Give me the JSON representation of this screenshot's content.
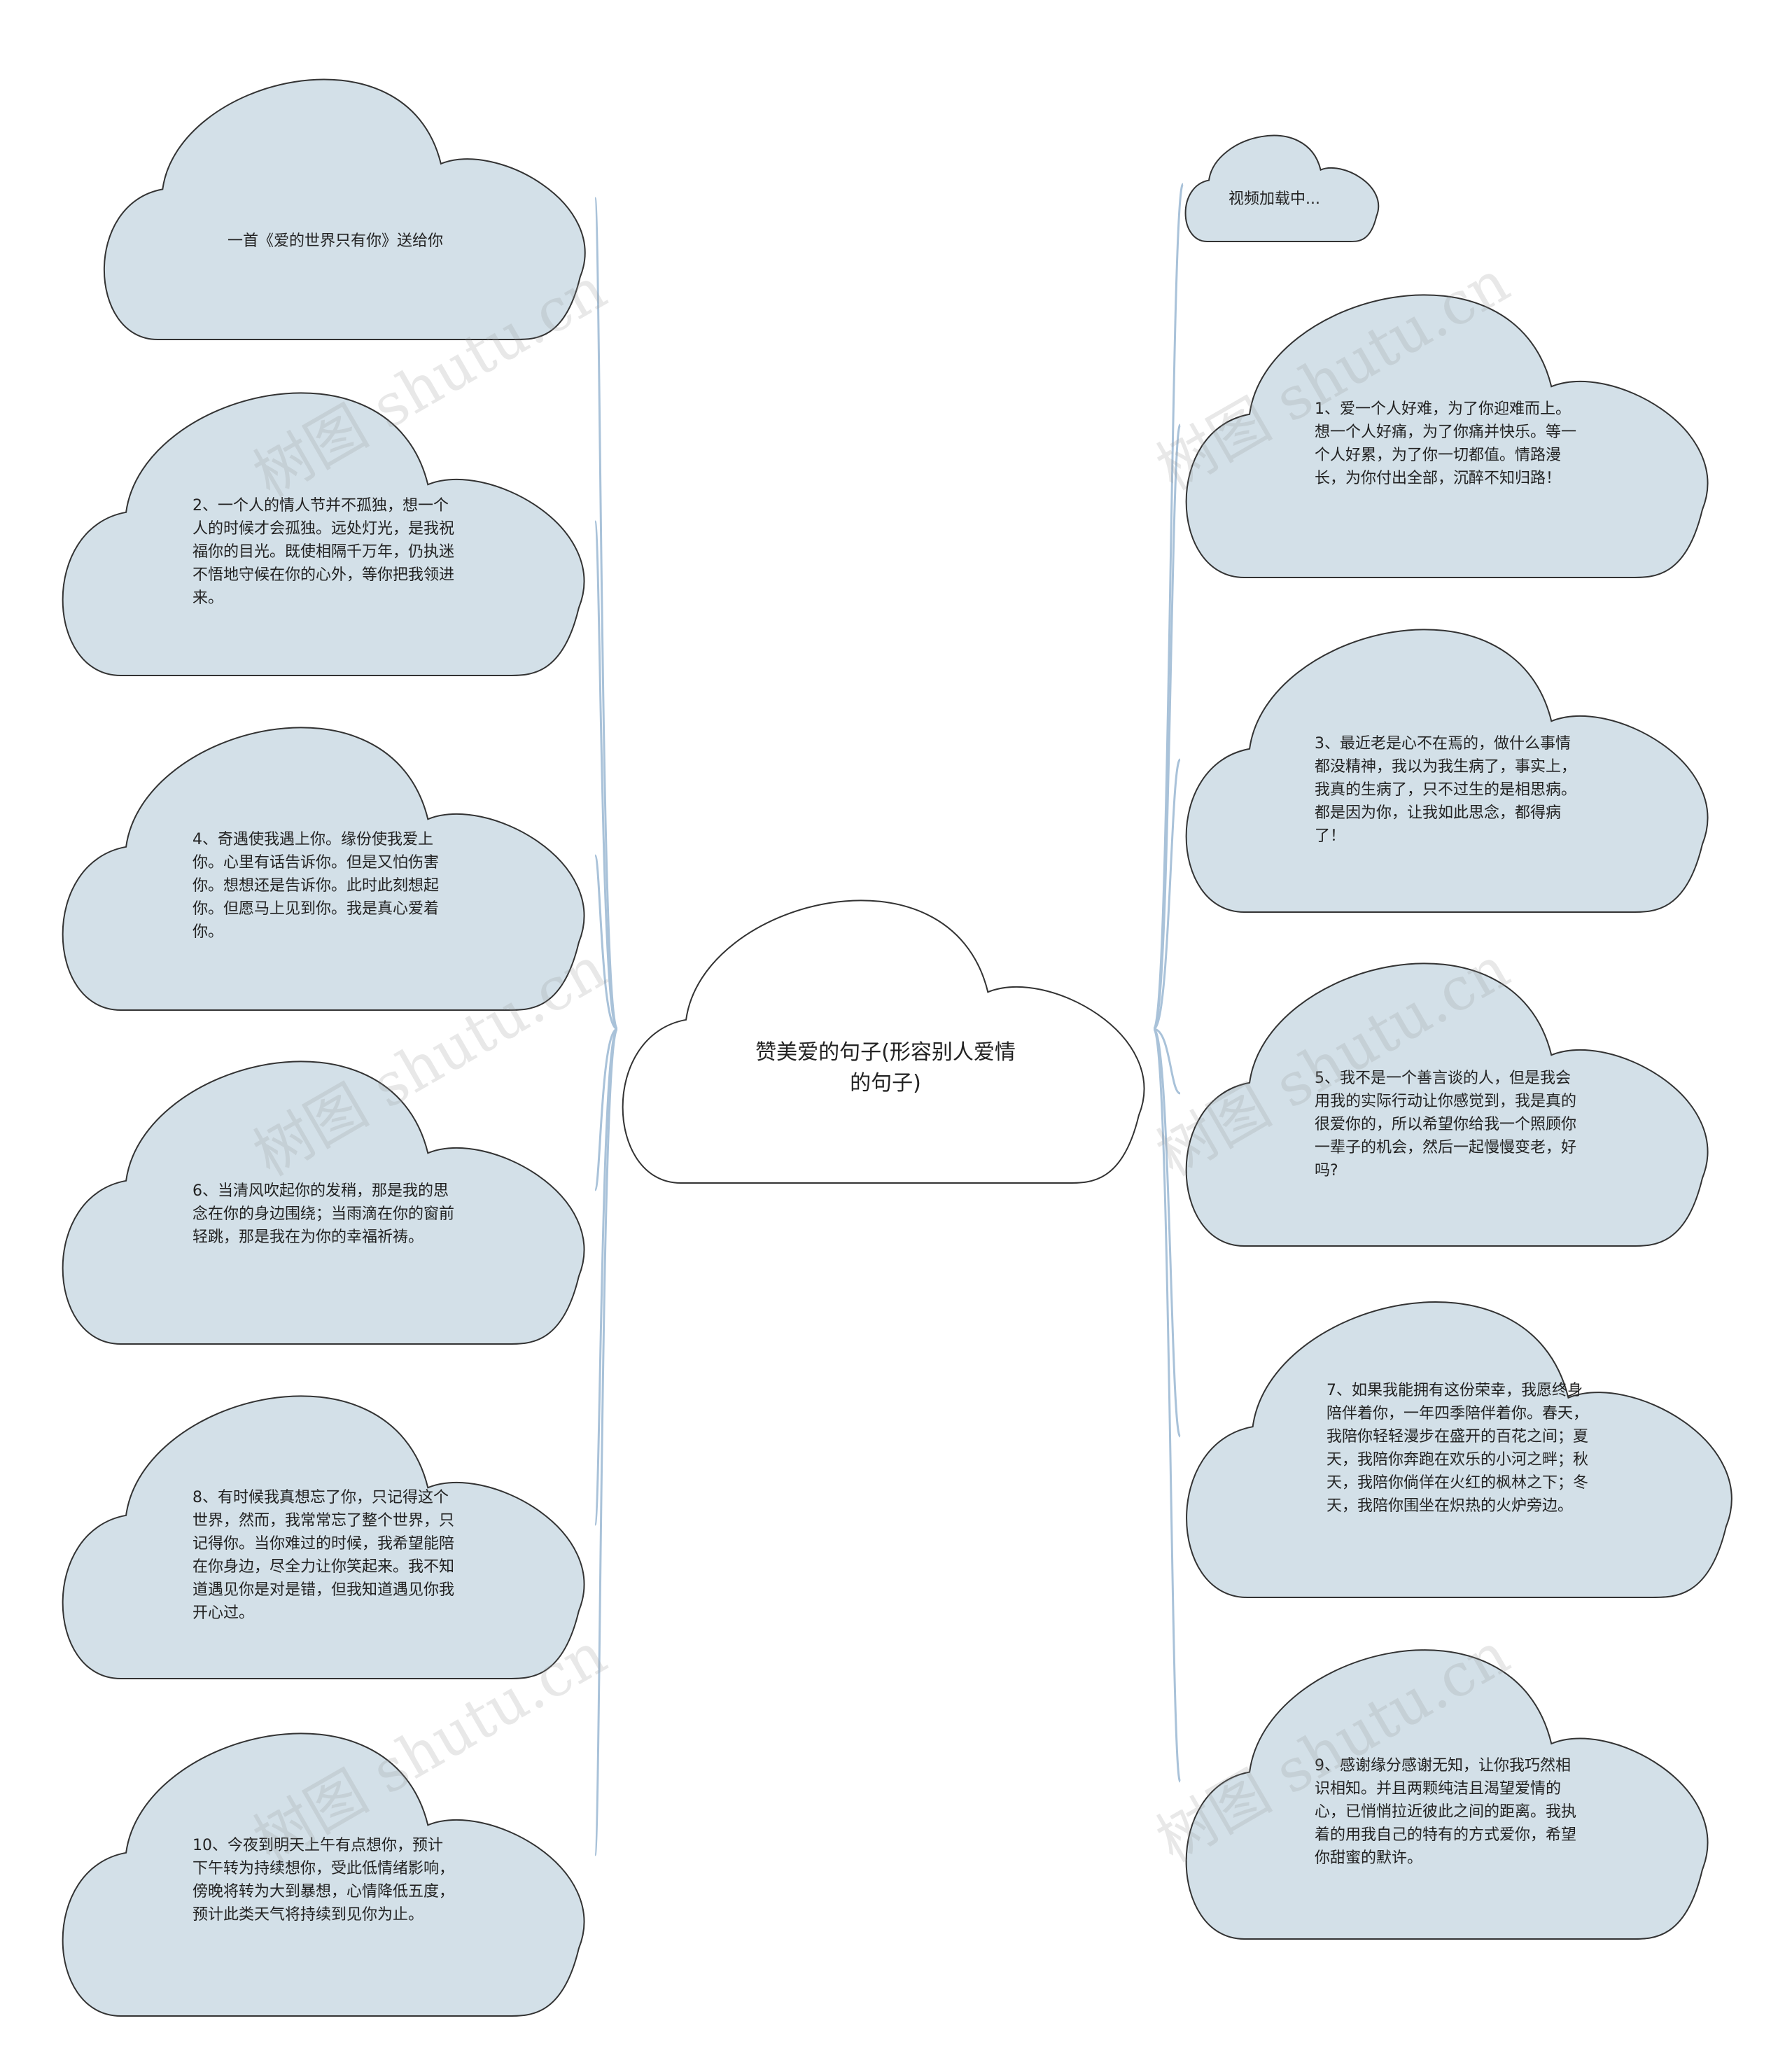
{
  "center": {
    "label": "赞美爱的句子(形容别人爱情的句子)"
  },
  "left_nodes": [
    {
      "text": "一首《爱的世界只有你》送给你"
    },
    {
      "text": "2、一个人的情人节并不孤独，想一个人的时候才会孤独。远处灯光，是我祝福你的目光。既使相隔千万年，仍执迷不悟地守候在你的心外，等你把我领进来。"
    },
    {
      "text": "4、奇遇使我遇上你。缘份使我爱上你。心里有话告诉你。但是又怕伤害你。想想还是告诉你。此时此刻想起你。但愿马上见到你。我是真心爱着你。"
    },
    {
      "text": "6、当清风吹起你的发稍，那是我的思念在你的身边围绕；当雨滴在你的窗前轻跳，那是我在为你的幸福祈祷。"
    },
    {
      "text": "8、有时候我真想忘了你，只记得这个世界，然而，我常常忘了整个世界，只记得你。当你难过的时候，我希望能陪在你身边，尽全力让你笑起来。我不知道遇见你是对是错，但我知道遇见你我开心过。"
    },
    {
      "text": "10、今夜到明天上午有点想你，预计下午转为持续想你，受此低情绪影响，傍晚将转为大到暴想，心情降低五度，预计此类天气将持续到见你为止。"
    }
  ],
  "right_nodes": [
    {
      "text": "视频加载中..."
    },
    {
      "text": "1、爱一个人好难，为了你迎难而上。想一个人好痛，为了你痛并快乐。等一个人好累，为了你一切都值。情路漫长，为你付出全部，沉醉不知归路！"
    },
    {
      "text": "3、最近老是心不在焉的，做什么事情都没精神，我以为我生病了，事实上，我真的生病了，只不过生的是相思病。都是因为你，让我如此思念，都得病了！"
    },
    {
      "text": "5、我不是一个善言谈的人，但是我会用我的实际行动让你感觉到，我是真的很爱你的，所以希望你给我一个照顾你一辈子的机会，然后一起慢慢变老，好吗?"
    },
    {
      "text": "7、如果我能拥有这份荣幸，我愿终身陪伴着你，一年四季陪伴着你。春天，我陪你轻轻漫步在盛开的百花之间；夏天，我陪你奔跑在欢乐的小河之畔；秋天，我陪你倘佯在火红的枫林之下；冬天，我陪你围坐在炽热的火炉旁边。"
    },
    {
      "text": "9、感谢缘分感谢无知，让你我巧然相识相知。并且两颗纯洁且渴望爱情的心，已悄悄拉近彼此之间的距离。我执着的用我自己的特有的方式爱你，希望你甜蜜的默许。"
    }
  ],
  "watermark": "树图 shutu.cn",
  "colors": {
    "node_fill": "#d3e0e8",
    "center_fill": "#ffffff",
    "outline": "#333333",
    "connector": "#a9c2d9"
  }
}
